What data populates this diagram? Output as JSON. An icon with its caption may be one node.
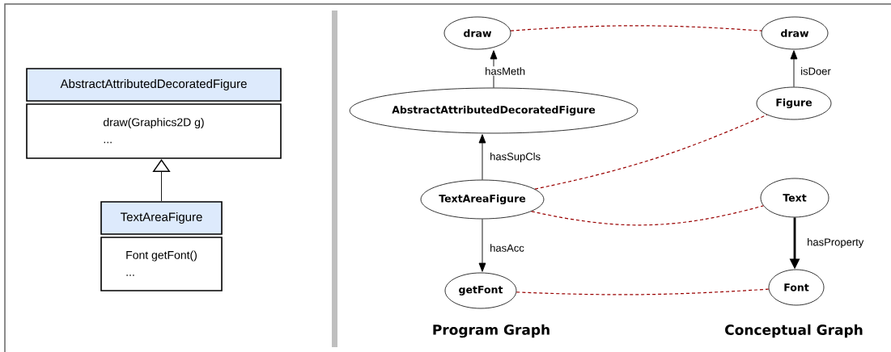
{
  "diagram": {
    "nodes": [
      {
        "text": [
          "AbstractAttributedDecoratedFigure",
          "draw(Graphics2D g)",
          "..."
        ]
      },
      {
        "text": [
          "TextAreaFigure",
          "Font  getFont()",
          "..."
        ]
      },
      {
        "text": [
          "draw"
        ]
      },
      {
        "text": [
          "AbstractAttributedDecoratedFigure"
        ]
      },
      {
        "text": [
          "TextAreaFigure"
        ]
      },
      {
        "text": [
          "getFont"
        ]
      },
      {
        "text": [
          "draw"
        ]
      },
      {
        "text": [
          "Figure"
        ]
      },
      {
        "text": [
          "Text"
        ]
      },
      {
        "text": [
          "Font"
        ]
      }
    ],
    "edges": [
      {
        "from": 1,
        "to": 0,
        "arrow": "to"
      },
      {
        "from": 3,
        "to": 2,
        "arrow": "to",
        "label": "hasMeth"
      },
      {
        "from": 4,
        "to": 3,
        "arrow": "to",
        "label": "hasSupCls"
      },
      {
        "from": 4,
        "to": 5,
        "arrow": "to",
        "label": "hasAcc"
      },
      {
        "from": 7,
        "to": 6,
        "arrow": "to",
        "label": "isDoer"
      },
      {
        "from": 8,
        "to": 9,
        "arrow": "to",
        "label": "hasProperty",
        "style": "thick"
      },
      {
        "from": 2,
        "to": 6,
        "arrow": "none",
        "style": "dashed",
        "color": "#990000"
      },
      {
        "from": 4,
        "to": 7,
        "arrow": "none",
        "style": "dashed",
        "color": "#990000"
      },
      {
        "from": 4,
        "to": 8,
        "arrow": "none",
        "style": "dashed",
        "color": "#990000"
      },
      {
        "from": 5,
        "to": 9,
        "arrow": "none",
        "style": "dashed",
        "color": "#990000"
      }
    ],
    "labels": [
      "Program Graph",
      "Conceptual Graph"
    ]
  }
}
